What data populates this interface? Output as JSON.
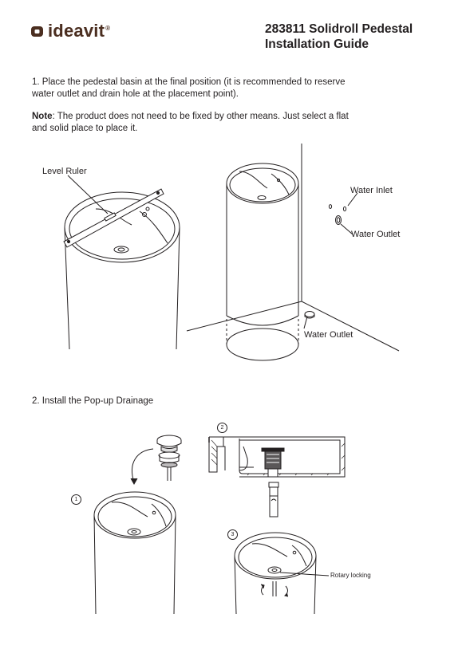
{
  "header": {
    "brand": "ideavit",
    "brand_mark": "®",
    "title_line1": "283811 Solidroll Pedestal",
    "title_line2": "Installation Guide"
  },
  "step1": {
    "text": "1. Place the pedestal basin at the final position (it is recommended to reserve water outlet and drain hole at the placement point).",
    "note_label": "Note",
    "note_text": ": The product does not need to be fixed by other means. Just select a flat and solid place to place it."
  },
  "labels": {
    "level_ruler": "Level Ruler",
    "water_inlet": "Water Inlet",
    "water_outlet_wall": "Water Outlet",
    "water_outlet_floor": "Water Outlet",
    "rotary_locking": "Rotary locking"
  },
  "step2": {
    "text": "2. Install the Pop-up Drainage",
    "marker_1": "1",
    "marker_2": "2",
    "marker_3": "3"
  },
  "colors": {
    "brand": "#4b2e20",
    "line": "#231f20"
  }
}
